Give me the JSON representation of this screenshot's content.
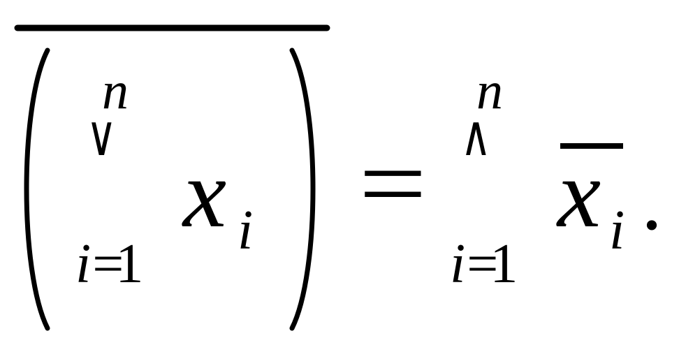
{
  "formula": {
    "lhs": {
      "upper_limit": "n",
      "operator_symbol": "∨",
      "lower_index": "i",
      "lower_equals": "=",
      "lower_value": "1",
      "variable": "x",
      "variable_subscript": "i"
    },
    "equals": "=",
    "rhs": {
      "upper_limit": "n",
      "operator_symbol": "∧",
      "lower_index": "i",
      "lower_equals": "=",
      "lower_value": "1",
      "variable": "x",
      "variable_subscript": "i"
    },
    "terminator": "."
  }
}
